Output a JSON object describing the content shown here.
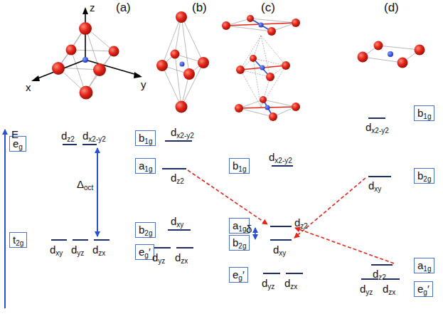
{
  "diagram": {
    "nodes": [
      {
        "text": [
          "eg"
        ]
      },
      {
        "text": [
          "t2g"
        ]
      },
      {
        "text": [
          "b1g"
        ]
      },
      {
        "text": [
          "a1g"
        ]
      },
      {
        "text": [
          "b2g"
        ]
      },
      {
        "text": [
          "eg′"
        ]
      },
      {
        "text": [
          "b1g"
        ]
      },
      {
        "text": [
          "a1g"
        ]
      },
      {
        "text": [
          "b2g"
        ]
      },
      {
        "text": [
          "eg′"
        ]
      },
      {
        "text": [
          "b1g"
        ]
      },
      {
        "text": [
          "b2g"
        ]
      },
      {
        "text": [
          "a1g"
        ]
      },
      {
        "text": [
          "eg′"
        ]
      }
    ],
    "labels": [
      "(a)",
      "(b)",
      "(c)",
      "(d)",
      "z",
      "x",
      "y",
      "E",
      "dz2",
      "dx2-y2",
      "Δoct",
      "dxy",
      "dyz",
      "dzx",
      "dx2-y2",
      "dz2",
      "dxy",
      "dyz",
      "dzx",
      "dx2-y2",
      "δ",
      "dz2",
      "dxy",
      "dyz",
      "dzx",
      "dx2-y2",
      "dxy",
      "dz2",
      "dyz",
      "dzx"
    ]
  }
}
